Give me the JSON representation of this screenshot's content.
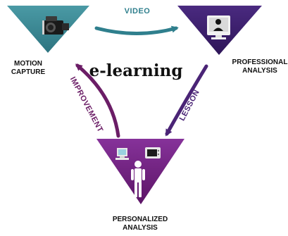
{
  "title": "e-learning",
  "nodes": {
    "motion_capture": {
      "line1": "MOTION",
      "line2": "CAPTURE",
      "color": "#3b8a95"
    },
    "professional_analysis": {
      "line1": "PROFESSIONAL",
      "line2": "ANALYSIS",
      "color": "#3c1e6e"
    },
    "personalized_analysis": {
      "line1": "PERSONALIZED",
      "line2": "ANALYSIS",
      "color": "#6f1e7a"
    }
  },
  "arrows": {
    "video": {
      "label": "VIDEO",
      "color": "#2f7f8d"
    },
    "lesson": {
      "label": "LESSON",
      "color": "#4a2476"
    },
    "improvement": {
      "label": "IMPROVEMENT",
      "color": "#6b1d66"
    }
  }
}
